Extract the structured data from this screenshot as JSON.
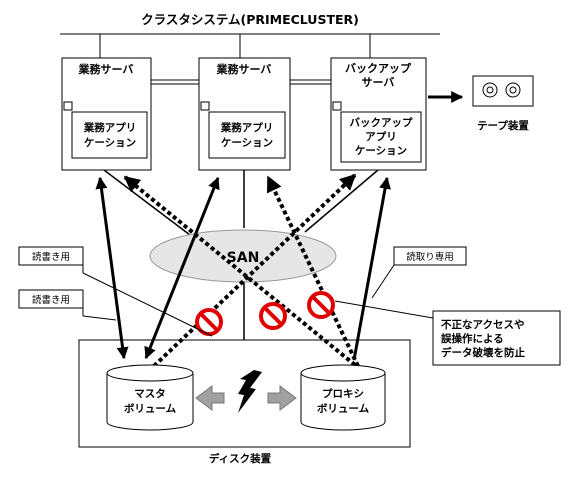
{
  "title": "クラスタシステム(PRIMECLUSTER)",
  "servers": [
    {
      "name": "業務サーバ",
      "app": [
        "業務アプリ",
        "ケーション"
      ]
    },
    {
      "name": "業務サーバ",
      "app": [
        "業務アプリ",
        "ケーション"
      ]
    },
    {
      "name": [
        "バックアップ",
        "サーバ"
      ],
      "app": [
        "バックアップ",
        "アプリ",
        "ケーション"
      ]
    }
  ],
  "tape": "テープ装置",
  "san": "SAN",
  "callouts": {
    "rw1": "読書き用",
    "rw2": "読書き用",
    "ro": "読取り専用"
  },
  "note": [
    "不正なアクセスや",
    "誤操作による",
    "データ破壊を防止"
  ],
  "volumes": {
    "master": [
      "マスタ",
      "ボリューム"
    ],
    "proxy": [
      "プロキシ",
      "ボリューム"
    ]
  },
  "disk": "ディスク装置",
  "colors": {
    "prohibit": "#e00000",
    "san_fill": "#e6e6e6",
    "arrow_fill": "#a0a0a0",
    "line": "#000000"
  }
}
